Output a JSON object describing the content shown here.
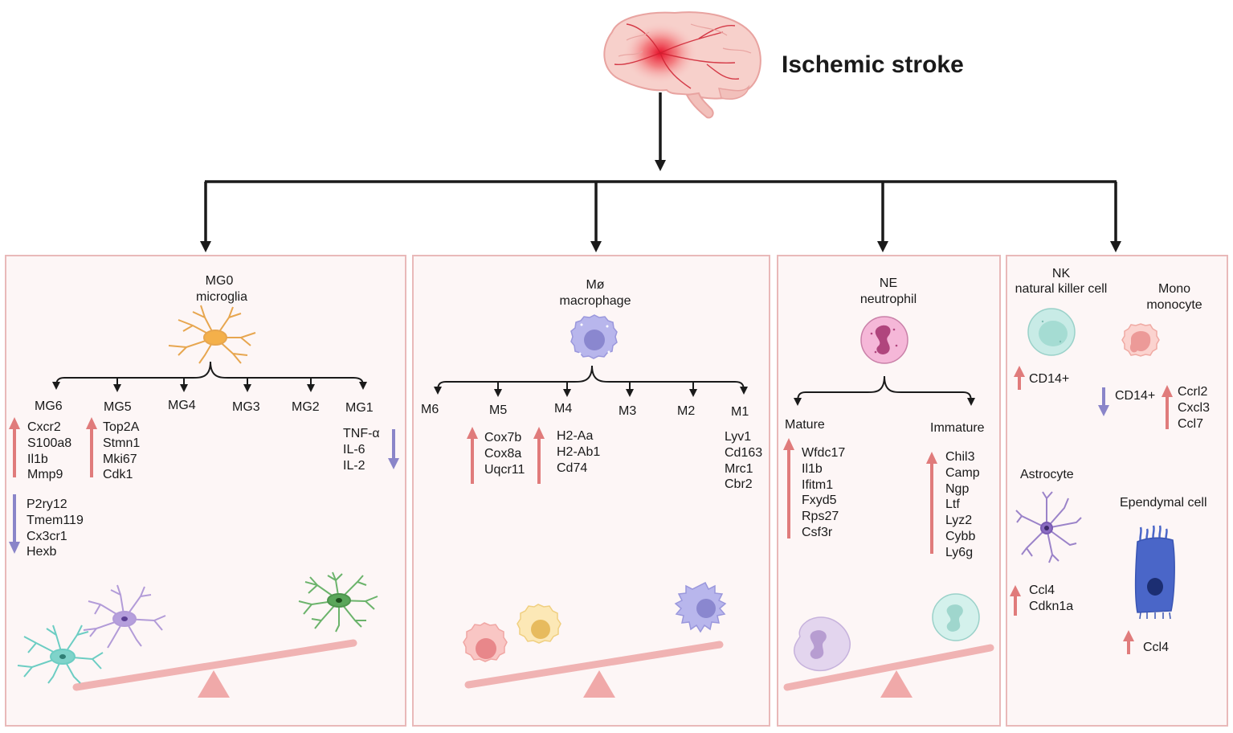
{
  "title": "Ischemic stroke",
  "colors": {
    "up": "#e07b7b",
    "down": "#8a85c9",
    "panel_border": "#e9b9b9",
    "panel_bg": "#fdf6f6",
    "seesaw": "#f0b3b3"
  },
  "microglia": {
    "abbr": "MG0",
    "name": "microglia",
    "subtypes": [
      "MG6",
      "MG5",
      "MG4",
      "MG3",
      "MG2",
      "MG1"
    ],
    "mg6_up": "Cxcr2\nS100a8\nIl1b\nMmp9",
    "mg6_down": "P2ry12\nTmem119\nCx3cr1\nHexb",
    "mg5_up": "Top2A\nStmn1\nMki67\nCdk1",
    "mg1_down": "TNF-α\nIL-6\nIL-2"
  },
  "macrophage": {
    "abbr": "Mø",
    "name": "macrophage",
    "subtypes": [
      "M6",
      "M5",
      "M4",
      "M3",
      "M2",
      "M1"
    ],
    "m5_up": "Cox7b\nCox8a\nUqcr11",
    "m4_up": "H2-Aa\nH2-Ab1\nCd74",
    "m1": "Lyv1\nCd163\nMrc1\nCbr2"
  },
  "neutrophil": {
    "abbr": "NE",
    "name": "neutrophil",
    "mature_label": "Mature",
    "immature_label": "Immature",
    "mature_up": "Wfdc17\nIl1b\nIfitm1\nFxyd5\nRps27\nCsf3r",
    "immature_up": "Chil3\nCamp\nNgp\nLtf\nLyz2\nCybb\nLy6g"
  },
  "others": {
    "nk_abbr": "NK",
    "nk_name": "natural killer cell",
    "nk_up": "CD14+",
    "mono_abbr": "Mono",
    "mono_name": "monocyte",
    "mono_down": "CD14+",
    "mono_up": "Ccrl2\nCxcl3\nCcl7",
    "astro_name": "Astrocyte",
    "astro_up": "Ccl4\nCdkn1a",
    "ependymal_name": "Ependymal cell",
    "ependymal_up": "Ccl4"
  }
}
